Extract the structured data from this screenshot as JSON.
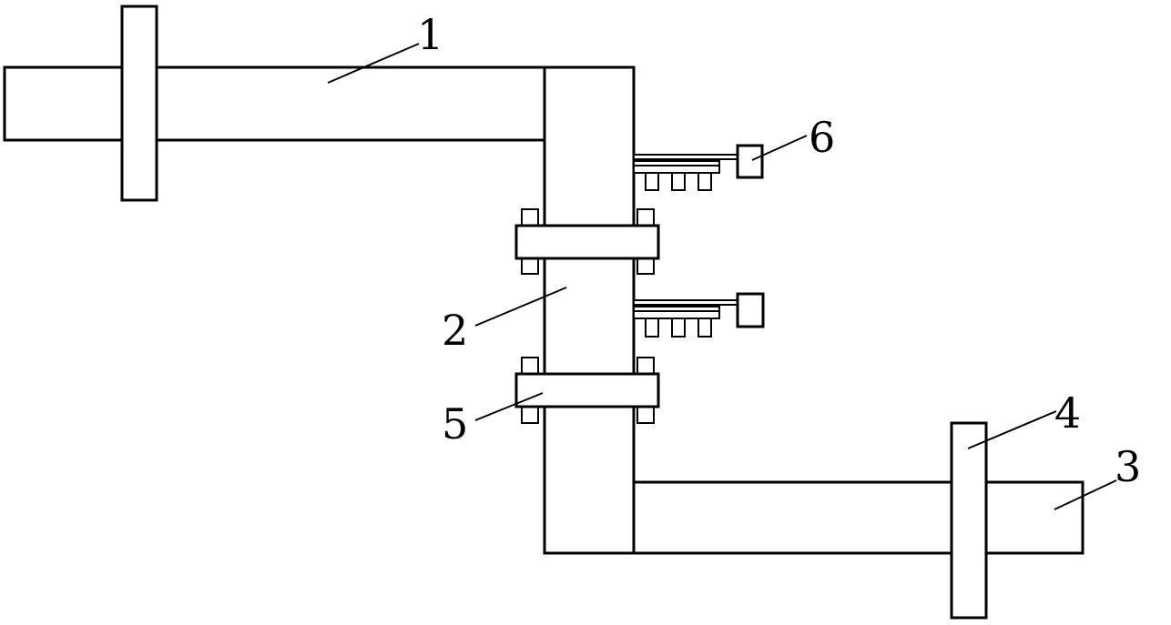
{
  "diagram": {
    "labels": {
      "l1": "1",
      "l2": "2",
      "l3": "3",
      "l4": "4",
      "l5": "5",
      "l6": "6"
    }
  }
}
